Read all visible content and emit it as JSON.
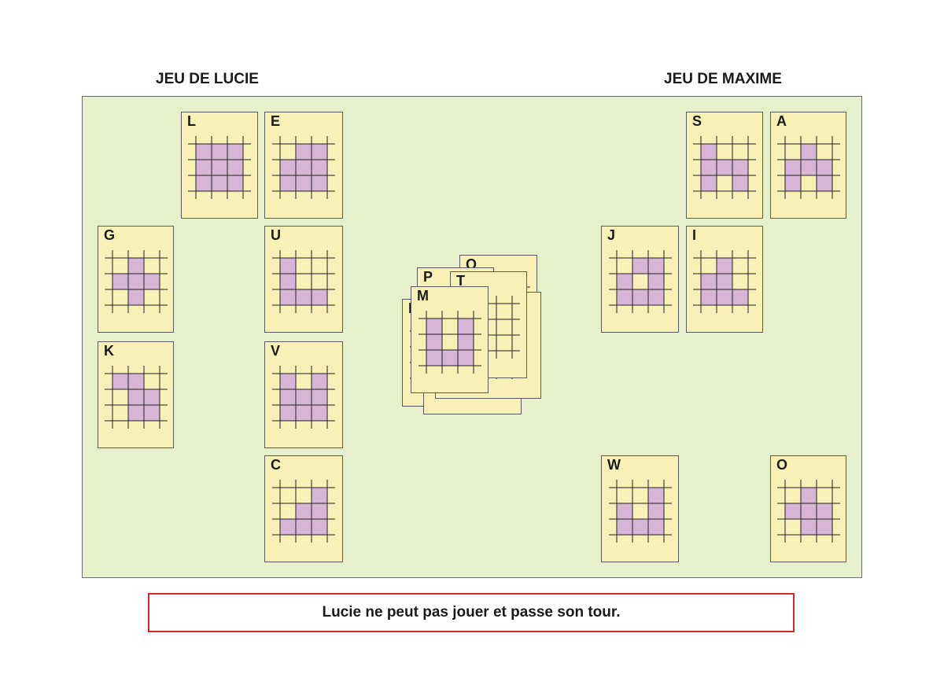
{
  "players": {
    "left_label": "JEU DE LUCIE",
    "right_label": "JEU DE MAXIME"
  },
  "colors": {
    "board": "#e6f1cb",
    "card": "#f9f0b8",
    "filled_cell": "#d7b5d6",
    "grid_line": "#222222",
    "status_border": "#e0222a"
  },
  "status": {
    "message": "Lucie ne peut pas jouer et passe son tour."
  },
  "cards": [
    {
      "id": "L",
      "owner": "lucie",
      "cells": [
        [
          1,
          1,
          1
        ],
        [
          1,
          1,
          1
        ],
        [
          1,
          1,
          1
        ]
      ]
    },
    {
      "id": "E",
      "owner": "lucie",
      "cells": [
        [
          0,
          1,
          1
        ],
        [
          1,
          1,
          1
        ],
        [
          1,
          1,
          1
        ]
      ]
    },
    {
      "id": "G",
      "owner": "lucie",
      "cells": [
        [
          0,
          1,
          0
        ],
        [
          1,
          1,
          1
        ],
        [
          0,
          1,
          0
        ]
      ]
    },
    {
      "id": "U",
      "owner": "lucie",
      "cells": [
        [
          1,
          0,
          0
        ],
        [
          1,
          0,
          0
        ],
        [
          1,
          1,
          1
        ]
      ]
    },
    {
      "id": "K",
      "owner": "lucie",
      "cells": [
        [
          1,
          1,
          0
        ],
        [
          0,
          1,
          1
        ],
        [
          0,
          1,
          1
        ]
      ]
    },
    {
      "id": "V",
      "owner": "lucie",
      "cells": [
        [
          1,
          0,
          1
        ],
        [
          1,
          1,
          1
        ],
        [
          1,
          1,
          1
        ]
      ]
    },
    {
      "id": "C",
      "owner": "lucie",
      "cells": [
        [
          0,
          0,
          1
        ],
        [
          0,
          1,
          1
        ],
        [
          1,
          1,
          1
        ]
      ]
    },
    {
      "id": "S",
      "owner": "maxime",
      "cells": [
        [
          1,
          0,
          0
        ],
        [
          1,
          1,
          1
        ],
        [
          1,
          0,
          1
        ]
      ]
    },
    {
      "id": "A",
      "owner": "maxime",
      "cells": [
        [
          0,
          1,
          0
        ],
        [
          1,
          1,
          1
        ],
        [
          1,
          0,
          1
        ]
      ]
    },
    {
      "id": "J",
      "owner": "maxime",
      "cells": [
        [
          0,
          1,
          1
        ],
        [
          1,
          0,
          1
        ],
        [
          1,
          1,
          1
        ]
      ]
    },
    {
      "id": "I",
      "owner": "maxime",
      "cells": [
        [
          0,
          1,
          0
        ],
        [
          1,
          1,
          0
        ],
        [
          1,
          1,
          1
        ]
      ]
    },
    {
      "id": "W",
      "owner": "maxime",
      "cells": [
        [
          0,
          0,
          1
        ],
        [
          1,
          0,
          1
        ],
        [
          1,
          1,
          1
        ]
      ]
    },
    {
      "id": "O",
      "owner": "maxime",
      "cells": [
        [
          0,
          1,
          0
        ],
        [
          1,
          1,
          1
        ],
        [
          0,
          1,
          1
        ]
      ]
    }
  ],
  "pile": [
    {
      "id": "N",
      "letter": "N",
      "cells": [
        [
          0,
          0,
          0
        ],
        [
          0,
          0,
          0
        ],
        [
          0,
          0,
          0
        ]
      ]
    },
    {
      "id": "pile-back-1",
      "letter": "",
      "cells": [
        [
          0,
          0,
          0
        ],
        [
          0,
          0,
          0
        ],
        [
          0,
          0,
          0
        ]
      ]
    },
    {
      "id": "Q",
      "letter": "Q",
      "cells": [
        [
          0,
          0,
          0
        ],
        [
          0,
          1,
          1
        ],
        [
          0,
          1,
          1
        ]
      ]
    },
    {
      "id": "pile-back-2",
      "letter": "",
      "cells": [
        [
          0,
          0,
          0
        ],
        [
          0,
          0,
          0
        ],
        [
          0,
          0,
          0
        ]
      ]
    },
    {
      "id": "P",
      "letter": "P",
      "cells": [
        [
          0,
          0,
          0
        ],
        [
          0,
          0,
          0
        ],
        [
          0,
          0,
          0
        ]
      ]
    },
    {
      "id": "T",
      "letter": "T",
      "cells": [
        [
          0,
          0,
          0
        ],
        [
          0,
          0,
          0
        ],
        [
          0,
          0,
          0
        ]
      ]
    },
    {
      "id": "M",
      "letter": "M",
      "cells": [
        [
          1,
          0,
          1
        ],
        [
          1,
          0,
          1
        ],
        [
          1,
          1,
          1
        ]
      ]
    }
  ]
}
